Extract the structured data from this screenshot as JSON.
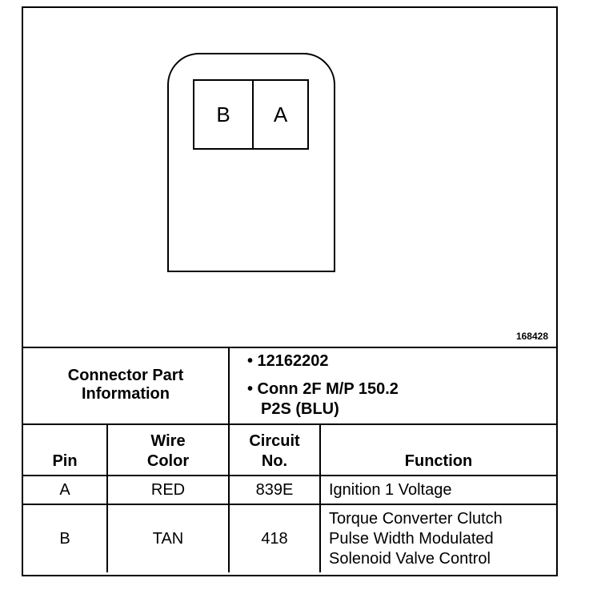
{
  "connector": {
    "cavities": [
      "B",
      "A"
    ],
    "figure_number": "168428"
  },
  "part_info": {
    "label_line1": "Connector Part",
    "label_line2": "Information",
    "bullets": [
      "• 12162202",
      "• Conn 2F M/P 150.2",
      "P2S (BLU)"
    ]
  },
  "table": {
    "headers": {
      "pin": "Pin",
      "wire_color_line1": "Wire",
      "wire_color_line2": "Color",
      "circuit_line1": "Circuit",
      "circuit_line2": "No.",
      "function": "Function"
    },
    "rows": [
      {
        "pin": "A",
        "wire_color": "RED",
        "circuit": "839E",
        "function_lines": [
          "Ignition 1 Voltage"
        ]
      },
      {
        "pin": "B",
        "wire_color": "TAN",
        "circuit": "418",
        "function_lines": [
          "Torque Converter Clutch",
          "Pulse Width Modulated",
          "Solenoid Valve Control"
        ]
      }
    ]
  }
}
